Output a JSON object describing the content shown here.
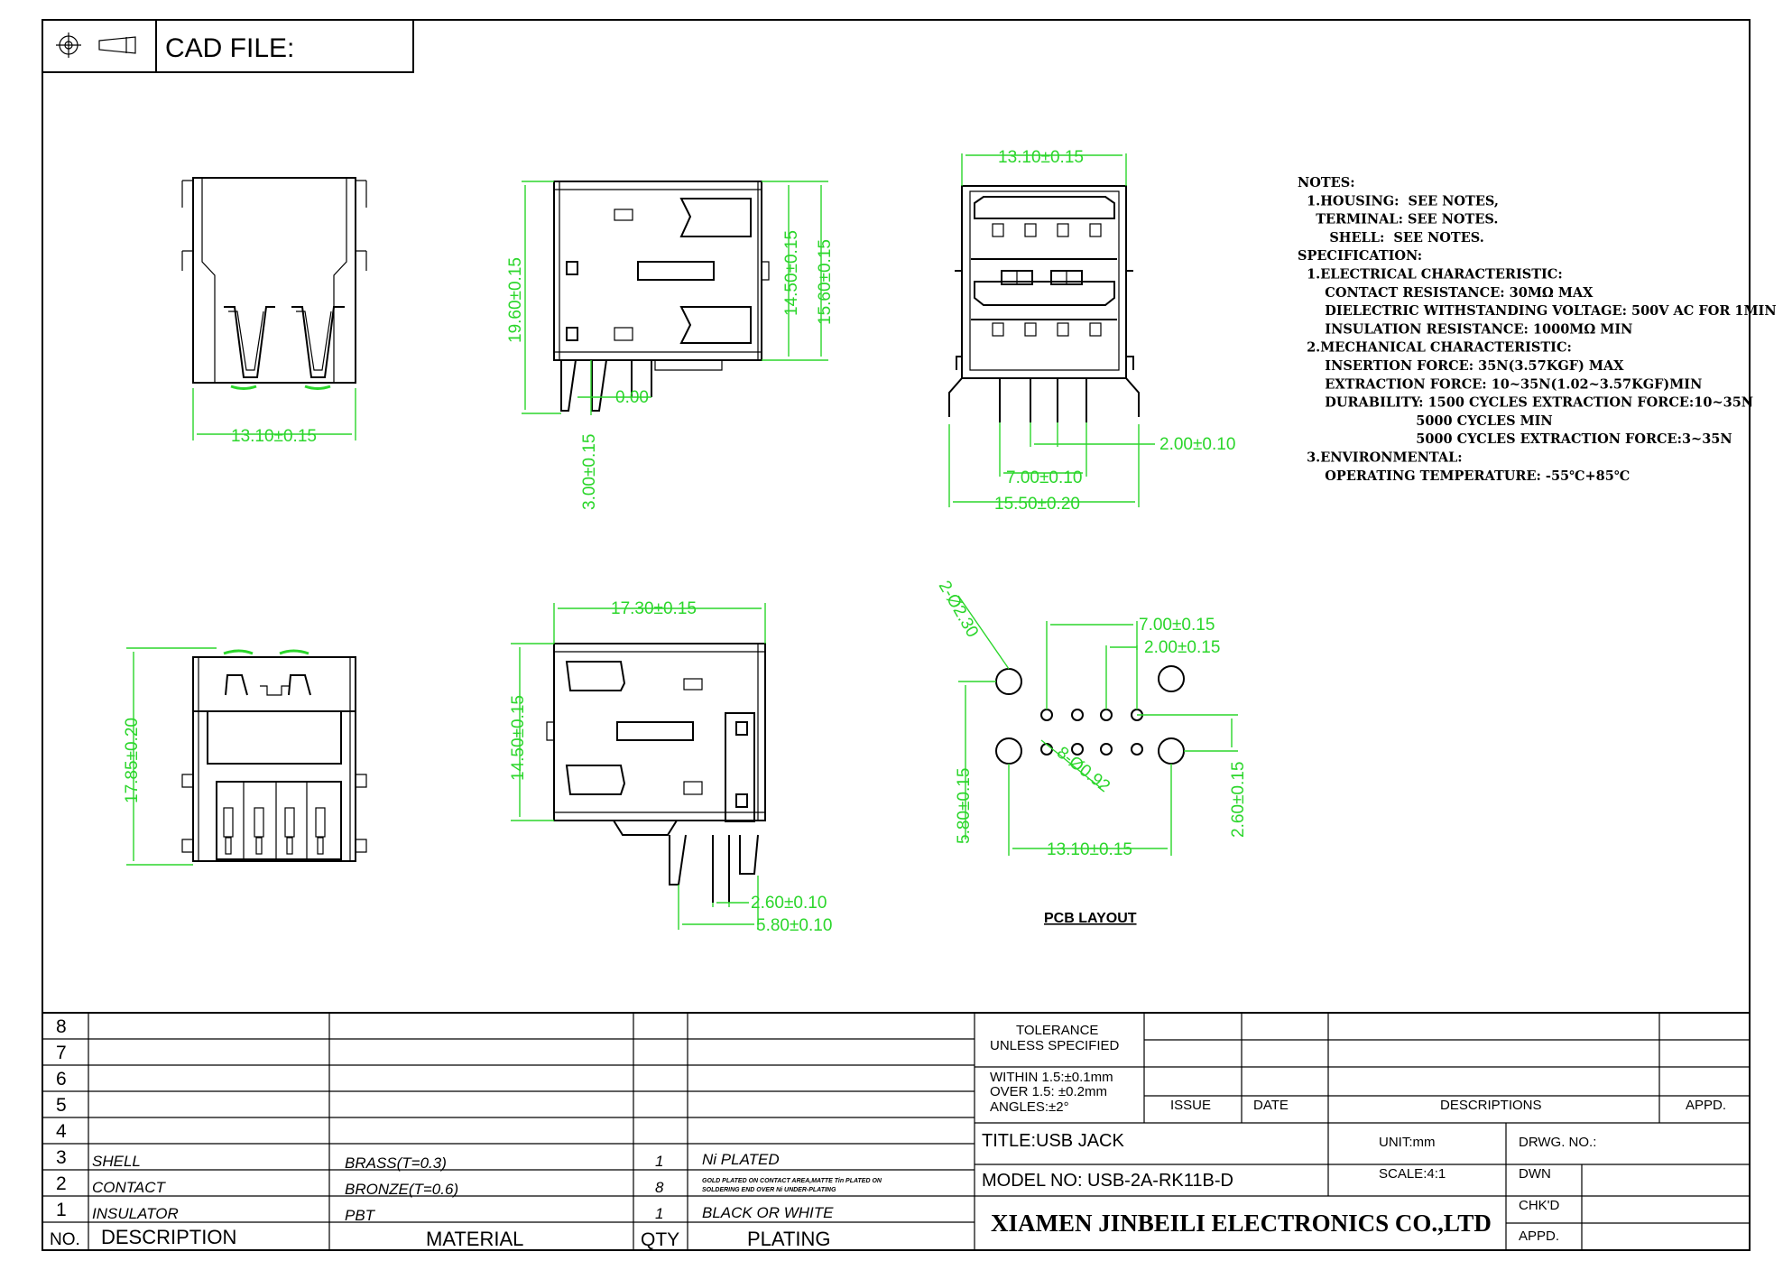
{
  "header": {
    "cad_label": "CAD FILE:"
  },
  "dimensions": {
    "front_width": "13.10±0.15",
    "side_height": "19.60±0.15",
    "side_h1": "14.50±0.15",
    "side_h2": "15.60±0.15",
    "side_small": "0.00",
    "side_pin": "3.00±0.15",
    "end_width": "13.10±0.15",
    "end_pitch": "2.00±0.10",
    "end_span": "7.00±0.10",
    "end_total": "15.50±0.20",
    "bottom_height": "17.85±0.20",
    "bottom_side_len": "17.30±0.15",
    "bottom_side_h": "14.50±0.15",
    "bottom_side_p1": "2.60±0.10",
    "bottom_side_p2": "5.80±0.10",
    "pcb_holes": "2-Ø2.30",
    "pcb_span": "7.00±0.15",
    "pcb_pitch": "2.00±0.15",
    "pcb_pins": "8-Ø0.92",
    "pcb_v1": "5.80±0.15",
    "pcb_v2": "2.60±0.15",
    "pcb_width": "13.10±0.15"
  },
  "pcb_layout_label": "PCB LAYOUT",
  "notes": [
    "NOTES:",
    "  1.HOUSING:  SEE NOTES,",
    "    TERMINAL: SEE NOTES.",
    "       SHELL:  SEE NOTES.",
    "SPECIFICATION:",
    "  1.ELECTRICAL CHARACTERISTIC:",
    "      CONTACT RESISTANCE: 30MΩ MAX",
    "      DIELECTRIC WITHSTANDING VOLTAGE: 500V AC FOR 1MIN",
    "      INSULATION RESISTANCE: 1000MΩ MIN",
    "  2.MECHANICAL CHARACTERISTIC:",
    "      INSERTION FORCE: 35N(3.57KGF) MAX",
    "      EXTRACTION FORCE: 10~35N(1.02~3.57KGF)MIN",
    "      DURABILITY: 1500 CYCLES EXTRACTION FORCE:10~35N",
    "                          5000 CYCLES MIN",
    "                          5000 CYCLES EXTRACTION FORCE:3~35N",
    "  3.ENVIRONMENTAL:",
    "      OPERATING TEMPERATURE: -55℃+85℃"
  ],
  "bom": {
    "row_numbers": [
      "8",
      "7",
      "6",
      "5",
      "4",
      "3",
      "2",
      "1"
    ],
    "rows": [
      {
        "no": "3",
        "description": "SHELL",
        "material": "BRASS(T=0.3)",
        "qty": "1",
        "plating": "Ni PLATED"
      },
      {
        "no": "2",
        "description": "CONTACT",
        "material": "BRONZE(T=0.6)",
        "qty": "8",
        "plating_line1": "GOLD PLATED ON CONTACT AREA,MATTE Tin PLATED ON",
        "plating_line2": "SOLDERING END OVER Ni UNDER-PLATING"
      },
      {
        "no": "1",
        "description": "INSULATOR",
        "material": "PBT",
        "qty": "1",
        "plating": "BLACK OR WHITE"
      }
    ],
    "headers": {
      "no": "NO.",
      "description": "DESCRIPTION",
      "material": "MATERIAL",
      "qty": "QTY",
      "plating": "PLATING"
    }
  },
  "title_block": {
    "tolerance_line1": "TOLERANCE",
    "tolerance_line2": "UNLESS SPECIFIED",
    "within": "WITHIN 1.5:±0.1mm",
    "over": "OVER 1.5:  ±0.2mm",
    "angles": "ANGLES:±2°",
    "issue": "ISSUE",
    "date": "DATE",
    "descriptions": "DESCRIPTIONS",
    "appd": "APPD.",
    "title": "TITLE:USB JACK",
    "unit": "UNIT:mm",
    "drwg_no": "DRWG. NO.:",
    "model": "MODEL NO: USB-2A-RK11B-D",
    "scale": "SCALE:4:1",
    "dwn": "DWN",
    "chkd": "CHK'D",
    "appd2": "APPD.",
    "company": "XIAMEN JINBEILI ELECTRONICS CO.,LTD"
  }
}
